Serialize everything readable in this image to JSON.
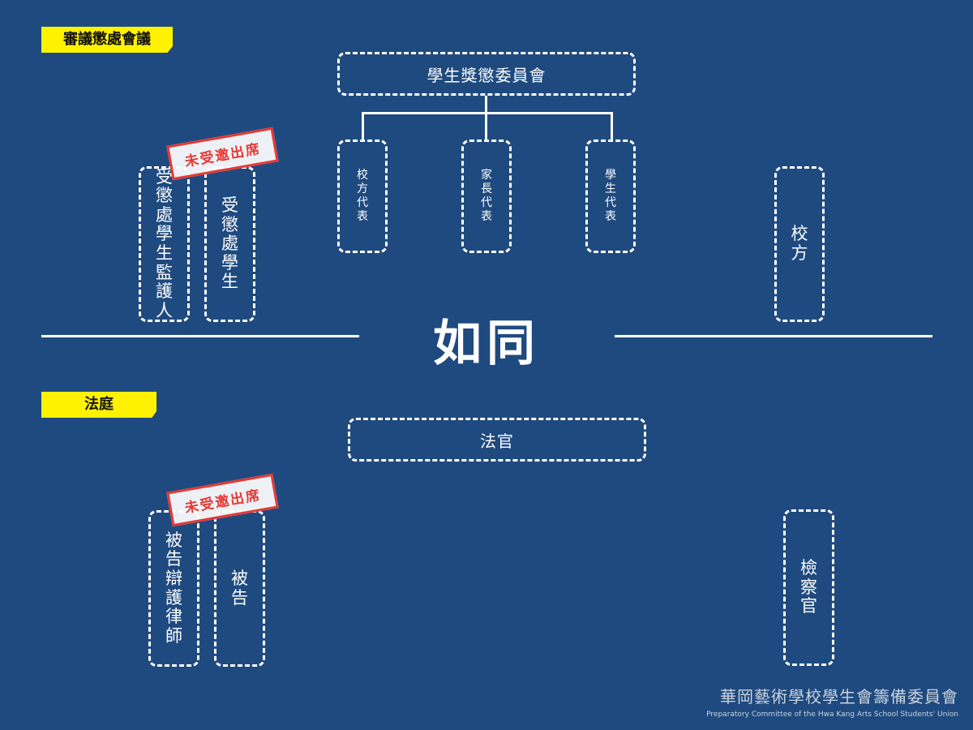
{
  "section1": {
    "tag": "審議懲處會議",
    "committee": "學生獎懲委員會",
    "members": [
      "校方代表",
      "家長代表",
      "學生代表"
    ],
    "guardian": "受懲處學生監護人",
    "student": "受懲處學生",
    "school": "校方",
    "stamp": "未受邀出席"
  },
  "divider": "如同",
  "section2": {
    "tag": "法庭",
    "judge": "法官",
    "defense_lawyer": "被告辯護律師",
    "defendant": "被告",
    "prosecutor": "檢察官",
    "stamp": "未受邀出席"
  },
  "footer": {
    "org_cn": "華岡藝術學校學生會籌備委員會",
    "org_en": "Preparatory Committee of the Hwa Kang Arts School Students' Union"
  },
  "colors": {
    "background": "#1f4a7f",
    "tag": "#fff200",
    "stamp": "#e53935"
  }
}
